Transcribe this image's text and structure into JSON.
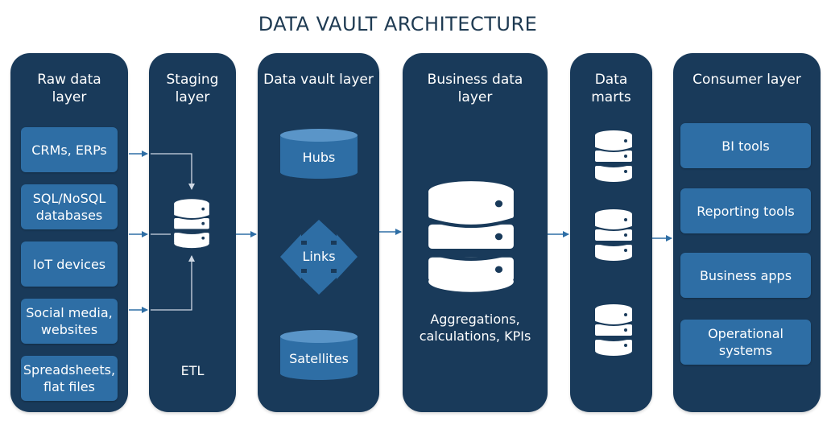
{
  "title": "DATA VAULT ARCHITECTURE",
  "columns": {
    "raw": {
      "title": "Raw data layer",
      "sources": [
        "CRMs, ERPs",
        "SQL/NoSQL databases",
        "IoT devices",
        "Social media, websites",
        "Spreadsheets, flat files"
      ]
    },
    "staging": {
      "title": "Staging layer",
      "etl_label": "ETL"
    },
    "vault": {
      "title": "Data vault layer",
      "hubs": "Hubs",
      "links": "Links",
      "satellites": "Satellites"
    },
    "business": {
      "title": "Business data layer",
      "caption": "Aggregations, calculations, KPIs"
    },
    "marts": {
      "title": "Data marts"
    },
    "consumer": {
      "title": "Consumer layer",
      "items": [
        "BI tools",
        "Reporting tools",
        "Business apps",
        "Operational systems"
      ]
    }
  },
  "colors": {
    "panel": "#193a5a",
    "box": "#2e6ea5",
    "arrow": "#2e6ea5",
    "title": "#1e3a52"
  }
}
